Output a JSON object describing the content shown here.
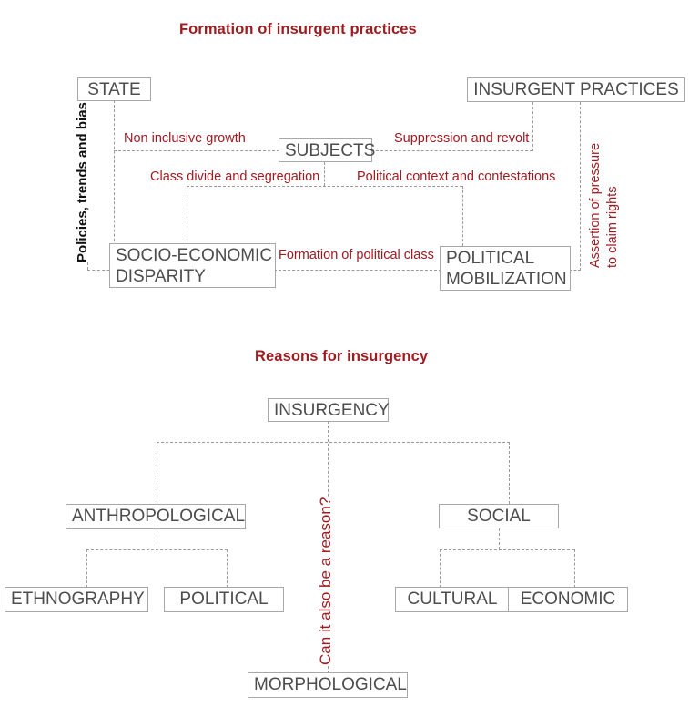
{
  "page": {
    "background": "#ffffff",
    "box_text_color": "#4d4d4d",
    "box_border_color": "#a8a8a8",
    "accent_red": "#9E1B20",
    "connector_color": "#9a9a9a",
    "connector_style": "dashed"
  },
  "diagram_top": {
    "title": "Formation of insurgent practices",
    "nodes": {
      "state": "STATE",
      "insurgent_practices": "INSURGENT PRACTICES",
      "subjects": "SUBJECTS",
      "socio_economic_disparity": "SOCIO-ECONOMIC\nDISPARITY",
      "political_mobilization": "POLITICAL\nMOBILIZATION"
    },
    "edge_labels": {
      "non_inclusive_growth": "Non inclusive growth",
      "suppression_and_revolt": "Suppression and revolt",
      "class_divide": "Class divide and segregation",
      "political_context": "Political context and contestations",
      "formation_of_political_class": "Formation of political class"
    },
    "side_labels": {
      "left_vertical": "Policies, trends and bias",
      "right_vertical_line1": "Assertion  of   pressure",
      "right_vertical_line2": "to claim rights"
    }
  },
  "diagram_bottom": {
    "title": "Reasons for insurgency",
    "nodes": {
      "insurgency": "INSURGENCY",
      "anthropological": "ANTHROPOLOGICAL",
      "social": "SOCIAL",
      "ethnography": "ETHNOGRAPHY",
      "political": "POLITICAL",
      "cultural": "CULTURAL",
      "economic": "ECONOMIC",
      "morphological": "MORPHOLOGICAL"
    },
    "edge_labels": {
      "can_it_also_be_a_reason": "Can it also be a reason?"
    }
  }
}
